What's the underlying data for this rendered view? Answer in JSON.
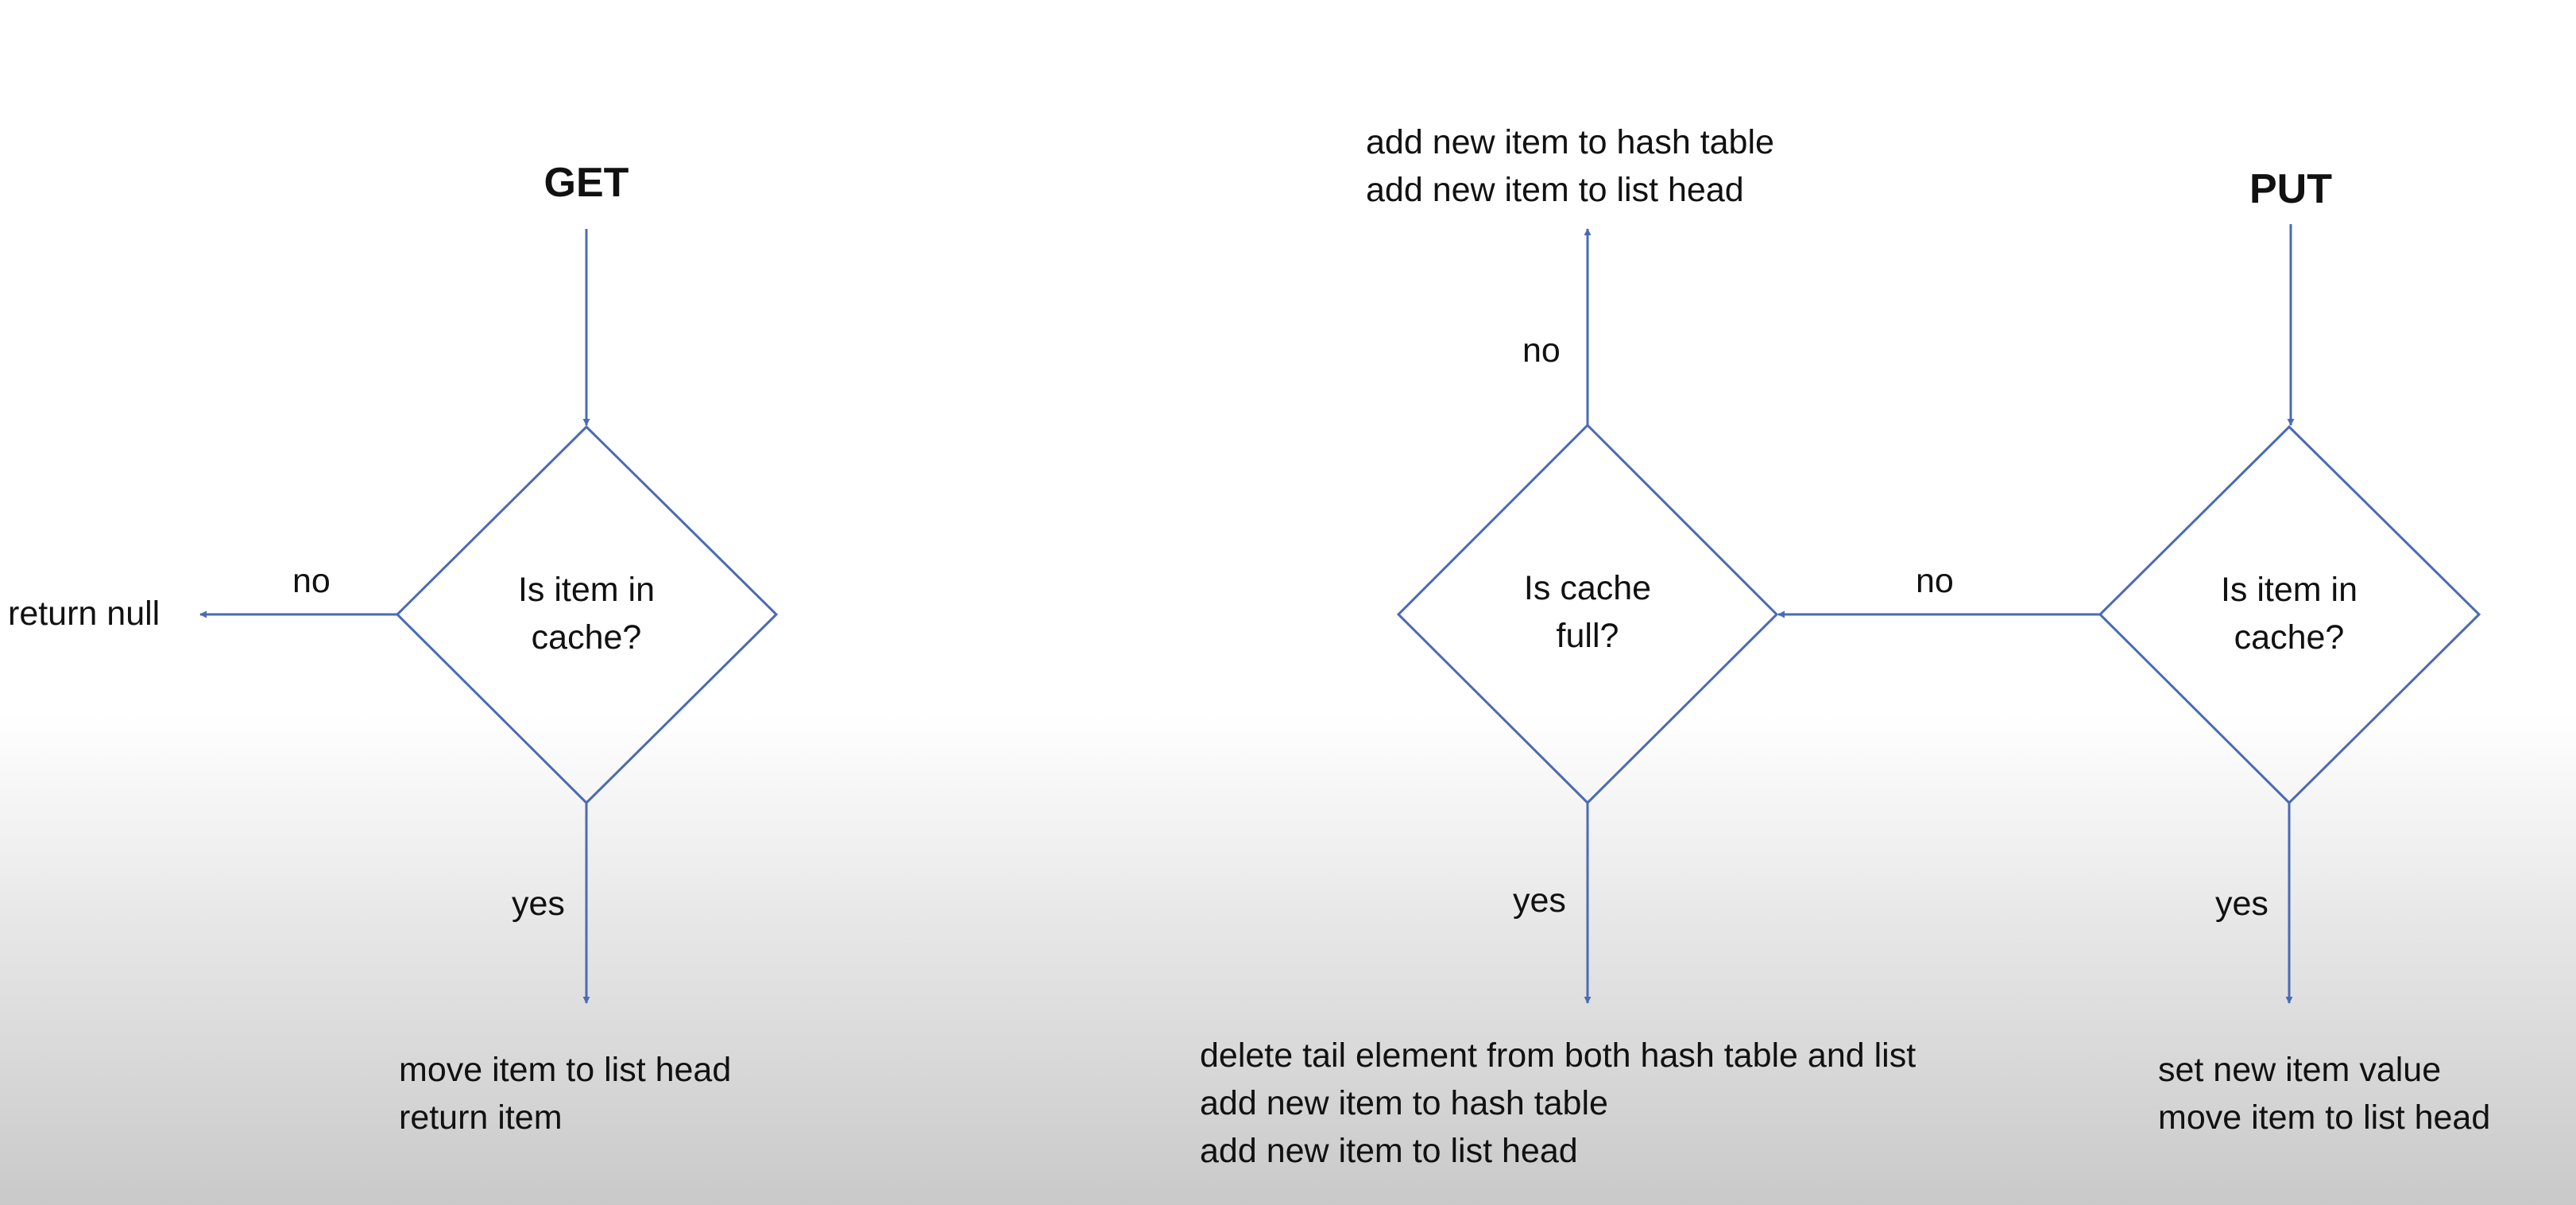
{
  "get": {
    "title": "GET",
    "decision": {
      "line1": "Is item in",
      "line2": "cache?"
    },
    "no_label": "no",
    "no_result": "return null",
    "yes_label": "yes",
    "yes_result": {
      "line1": "move item to list head",
      "line2": "return item"
    }
  },
  "put": {
    "title": "PUT",
    "decision_item": {
      "line1": "Is item in",
      "line2": "cache?"
    },
    "decision_full": {
      "line1": "Is cache",
      "line2": "full?"
    },
    "item_no_label": "no",
    "item_yes_label": "yes",
    "item_yes_result": {
      "line1": "set new item value",
      "line2": "move item to list head"
    },
    "full_no_label": "no",
    "full_no_result": {
      "line1": "add new item to hash table",
      "line2": "add new item to list head"
    },
    "full_yes_label": "yes",
    "full_yes_result": {
      "line1": "delete tail element from both hash table and list",
      "line2": "add new item to hash table",
      "line3": "add new item to list head"
    }
  },
  "colors": {
    "line": "#4a6bb4",
    "text": "#111111"
  }
}
